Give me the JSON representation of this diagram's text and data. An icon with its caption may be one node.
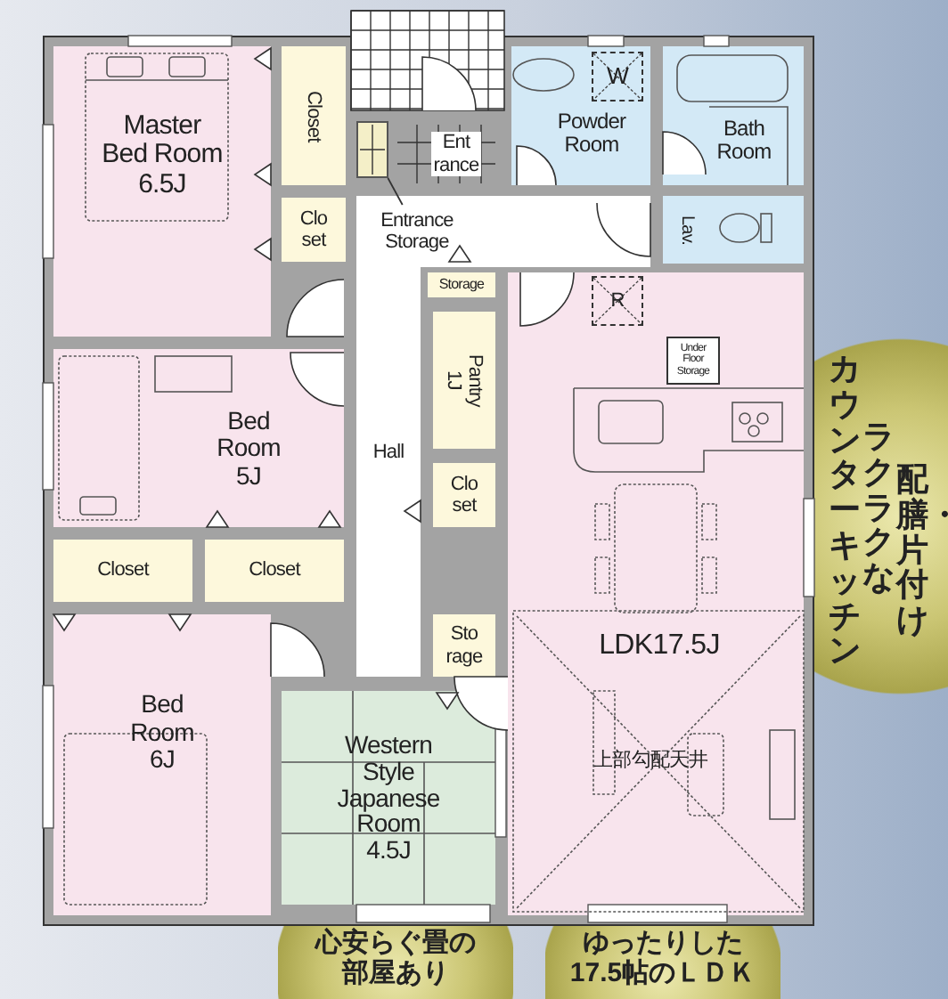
{
  "diagram": {
    "nodes": [
      {
        "text": [
          "Master Bed Room 6.5J"
        ]
      },
      {
        "text": [
          "Closet"
        ]
      },
      {
        "text": [
          "Clo set"
        ]
      },
      {
        "text": [],
        "shape": "box"
      },
      {
        "text": [
          "Ent rance"
        ]
      },
      {
        "text": [
          "Powder Room"
        ]
      },
      {
        "text": [
          "W"
        ],
        "in": 5
      },
      {
        "text": [
          "Bath Room"
        ]
      },
      {
        "text": [
          "Entrance Storage"
        ]
      },
      {
        "text": [
          "Lav."
        ]
      },
      {
        "text": [
          "Storage"
        ]
      },
      {
        "text": [
          "LDK17.5J",
          "上部勾配天井"
        ]
      },
      {
        "text": [
          "R"
        ],
        "in": 11
      },
      {
        "text": [
          "Under Floor Storage"
        ],
        "in": 11
      },
      {
        "text": [
          "Pantry 1J"
        ]
      },
      {
        "text": [
          "Bed Room 5J"
        ]
      },
      {
        "text": [
          "Hall"
        ]
      },
      {
        "text": [
          "Clo set"
        ]
      },
      {
        "text": [
          "Closet"
        ]
      },
      {
        "text": [
          "Closet"
        ]
      },
      {
        "text": [
          "Sto rage"
        ]
      },
      {
        "text": [
          "Bed Room 6J"
        ]
      },
      {
        "text": [
          "Western Style Japanese Room 4.5J"
        ]
      },
      {
        "text": [
          "配膳・片付けラクラクなカウンターキッチン"
        ]
      },
      {
        "text": [
          "心安らぐ畳の部屋あり"
        ]
      },
      {
        "text": [
          "ゆったりした17.5帖のＬＤＫ"
        ]
      }
    ],
    "edges": [
      {
        "from": 8,
        "to": 3,
        "arrow": "none"
      }
    ]
  }
}
